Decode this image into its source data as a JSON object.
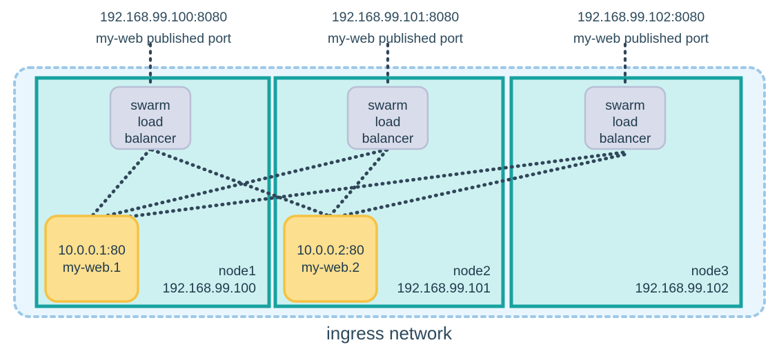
{
  "diagram": {
    "title": "ingress network",
    "colors": {
      "outer_fill": "#eaf6fd",
      "outer_border": "#9dc8e8",
      "node_fill": "#cdf1f0",
      "node_border": "#17a2a0",
      "lb_fill": "#d9dcea",
      "lb_border": "#b9bfd6",
      "container_fill": "#fcdf8f",
      "container_border": "#f5c243",
      "text": "#2d4a5c",
      "connector": "#31465a"
    }
  },
  "published_ports": [
    {
      "address": "192.168.99.100:8080",
      "caption": "my-web published port"
    },
    {
      "address": "192.168.99.101:8080",
      "caption": "my-web published port"
    },
    {
      "address": "192.168.99.102:8080",
      "caption": "my-web published port"
    }
  ],
  "load_balancers": [
    {
      "line1": "swarm",
      "line2": "load",
      "line3": "balancer"
    },
    {
      "line1": "swarm",
      "line2": "load",
      "line3": "balancer"
    },
    {
      "line1": "swarm",
      "line2": "load",
      "line3": "balancer"
    }
  ],
  "containers": [
    {
      "address": "10.0.0.1:80",
      "name": "my-web.1"
    },
    {
      "address": "10.0.0.2:80",
      "name": "my-web.2"
    }
  ],
  "nodes": [
    {
      "name": "node1",
      "ip": "192.168.99.100"
    },
    {
      "name": "node2",
      "ip": "192.168.99.101"
    },
    {
      "name": "node3",
      "ip": "192.168.99.102"
    }
  ]
}
